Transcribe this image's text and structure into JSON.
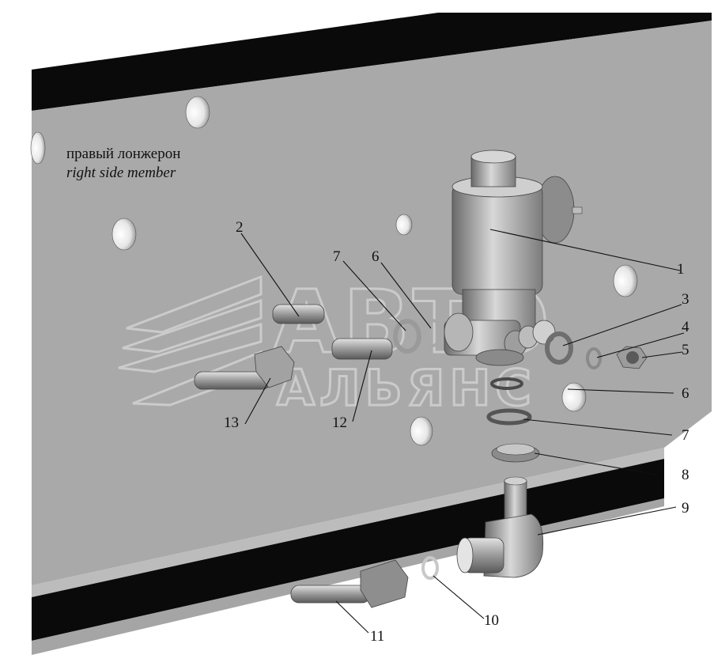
{
  "caption": {
    "ru": "правый лонжерон",
    "en": "right side member"
  },
  "watermark": {
    "line1": "АВТО",
    "line2": "АЛЬЯНС"
  },
  "colors": {
    "panel": "#a9a9a9",
    "flange": "#0a0a0a",
    "part": "#b8b8b8"
  },
  "labels": [
    "1",
    "2",
    "3",
    "4",
    "5",
    "6",
    "6",
    "7",
    "7",
    "8",
    "9",
    "10",
    "11",
    "12",
    "13"
  ]
}
